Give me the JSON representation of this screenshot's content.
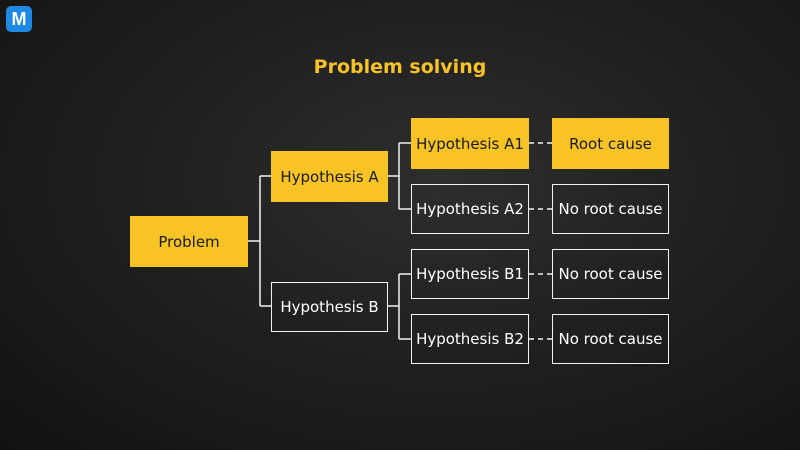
{
  "logo": {
    "letter": "M"
  },
  "title": "Problem solving",
  "nodes": {
    "problem": "Problem",
    "hyp_a": "Hypothesis A",
    "hyp_b": "Hypothesis B",
    "hyp_a1": "Hypothesis A1",
    "hyp_a2": "Hypothesis A2",
    "hyp_b1": "Hypothesis B1",
    "hyp_b2": "Hypothesis B2",
    "result_a1": "Root cause",
    "result_a2": "No root cause",
    "result_b1": "No root cause",
    "result_b2": "No root cause"
  },
  "colors": {
    "accent": "#f7c325",
    "line": "#f2f2f2",
    "background": "#1c1c1c",
    "logo": "#1e88e5"
  }
}
